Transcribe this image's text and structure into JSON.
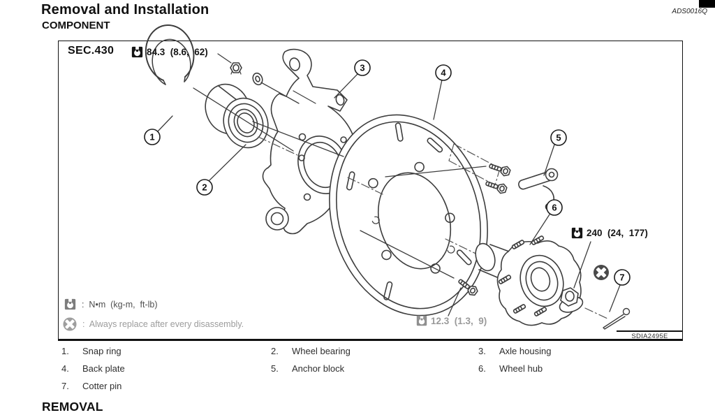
{
  "page": {
    "title": "Removal and Installation",
    "subtitle": "COMPONENT",
    "doc_code": "ADS0016Q",
    "removal_heading": "REMOVAL"
  },
  "figure": {
    "section_label": "SEC.430",
    "figure_code": "SDIA2495E",
    "torque_84": "84.3  (8.6,  62)",
    "torque_240": "240  (24,  177)",
    "torque_12": "12.3  (1.3,  9)",
    "legend_torque_text": ":  N•m  (kg-m,  ft-lb)",
    "legend_replace_text": ":  Always replace after every disassembly.",
    "callouts": [
      "1",
      "2",
      "3",
      "4",
      "5",
      "6",
      "7"
    ]
  },
  "parts_list": [
    {
      "num": "1.",
      "label": "Snap ring"
    },
    {
      "num": "2.",
      "label": "Wheel bearing"
    },
    {
      "num": "3.",
      "label": "Axle housing"
    },
    {
      "num": "4.",
      "label": "Back plate"
    },
    {
      "num": "5.",
      "label": "Anchor block"
    },
    {
      "num": "6.",
      "label": "Wheel hub"
    },
    {
      "num": "7.",
      "label": "Cotter pin"
    }
  ],
  "colors": {
    "ink": "#111111",
    "line": "#3d3d3d",
    "gray_text": "#9a9a9a",
    "replace_icon_gray": "#9e9e9e",
    "replace_icon_dark": "#4a4a4a"
  }
}
